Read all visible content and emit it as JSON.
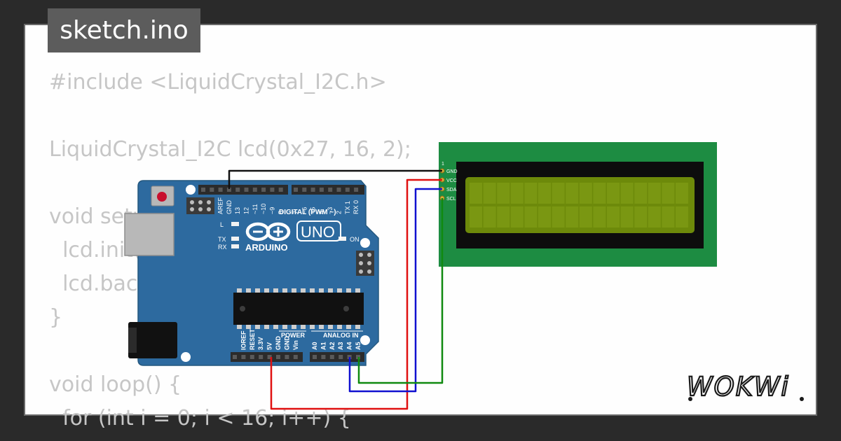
{
  "file_tab": {
    "label": "sketch.ino"
  },
  "code_lines": [
    "#include <LiquidCrystal_I2C.h>",
    "",
    "LiquidCrystal_I2C lcd(0x27, 16, 2);",
    "",
    "void setup() {",
    "  lcd.init();",
    "  lcd.backlight();",
    "}",
    "",
    "void loop() {",
    "  for (int i = 0; i < 16; i++) {"
  ],
  "arduino": {
    "logo_text": "ARDUINO",
    "model": "UNO",
    "digital_header": "DIGITAL (PWM ~)",
    "digital_pins": [
      "AREF",
      "GND",
      "13",
      "12",
      "~11",
      "~10",
      "~9",
      "8",
      "7",
      "~6",
      "~5",
      "4",
      "~3",
      "2",
      "TX 1",
      "RX 0"
    ],
    "power_label": "POWER",
    "power_pins": [
      "IOREF",
      "RESET",
      "3.3V",
      "5V",
      "GND",
      "GND",
      "Vin"
    ],
    "analog_label": "ANALOG IN",
    "analog_pins": [
      "A0",
      "A1",
      "A2",
      "A3",
      "A4",
      "A5"
    ],
    "led_l": "L",
    "led_tx": "TX",
    "led_rx": "RX",
    "led_on": "ON"
  },
  "lcd": {
    "pin_one": "1",
    "pins": [
      "GND",
      "VCC",
      "SDA",
      "SCL"
    ],
    "pcb_color": "#1d8c42",
    "screen_color": "#6d8a0a"
  },
  "wires": {
    "gnd_color": "#111111",
    "vcc_color": "#e01010",
    "sda_color": "#1010d0",
    "scl_color": "#108a10"
  },
  "brand": {
    "name": "WOKWi"
  },
  "colors": {
    "board": "#2d6a9f",
    "page_bg": "#2a2a2a",
    "card_bg": "#fefefe",
    "code_text": "#c6c6c6"
  }
}
